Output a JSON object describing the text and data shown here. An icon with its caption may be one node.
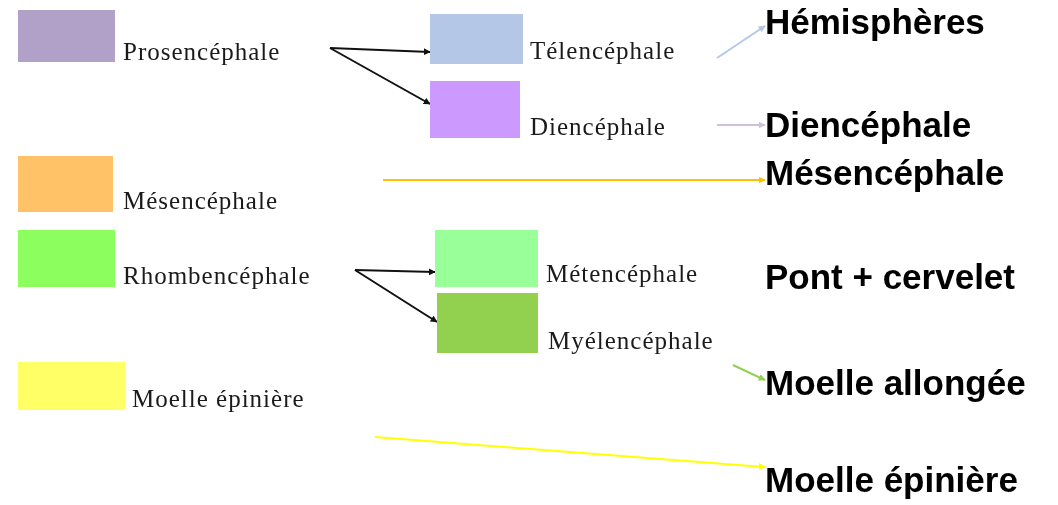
{
  "diagram": {
    "nodes": [
      {
        "text": [
          "Prosencéphale"
        ]
      },
      {
        "text": [
          "Télencéphale"
        ]
      },
      {
        "text": [
          "Diencéphale"
        ]
      },
      {
        "text": [
          "Mésencéphale"
        ]
      },
      {
        "text": [
          "Rhombencéphale"
        ]
      },
      {
        "text": [
          "Métencéphale"
        ]
      },
      {
        "text": [
          "Myélencéphale"
        ]
      },
      {
        "text": [
          "Moelle épinière"
        ]
      },
      {
        "text": [
          "Hémisphères"
        ]
      },
      {
        "text": [
          "Diencéphale"
        ]
      },
      {
        "text": [
          "Mésencéphale"
        ]
      },
      {
        "text": [
          "Moelle allongée"
        ]
      },
      {
        "text": [
          "Moelle épinière"
        ]
      }
    ],
    "edges": [
      {
        "from": 0,
        "to": 1,
        "arrow": "to"
      },
      {
        "from": 0,
        "to": 2,
        "arrow": "to"
      },
      {
        "from": 4,
        "to": 5,
        "arrow": "to"
      },
      {
        "from": 4,
        "to": 6,
        "arrow": "to"
      },
      {
        "from": 1,
        "to": 8,
        "arrow": "to",
        "color": "#b4c7e7"
      },
      {
        "from": null,
        "to": 9,
        "arrow": "to",
        "color": "#ccc0da"
      },
      {
        "from": null,
        "to": 10,
        "arrow": "to",
        "color": "#ffc000"
      },
      {
        "from": 6,
        "to": 11,
        "arrow": "to",
        "color": "#92d050"
      },
      {
        "from": null,
        "to": 12,
        "arrow": "to",
        "color": "#ffff00"
      }
    ],
    "labels": [
      "Pont + cervelet"
    ]
  }
}
